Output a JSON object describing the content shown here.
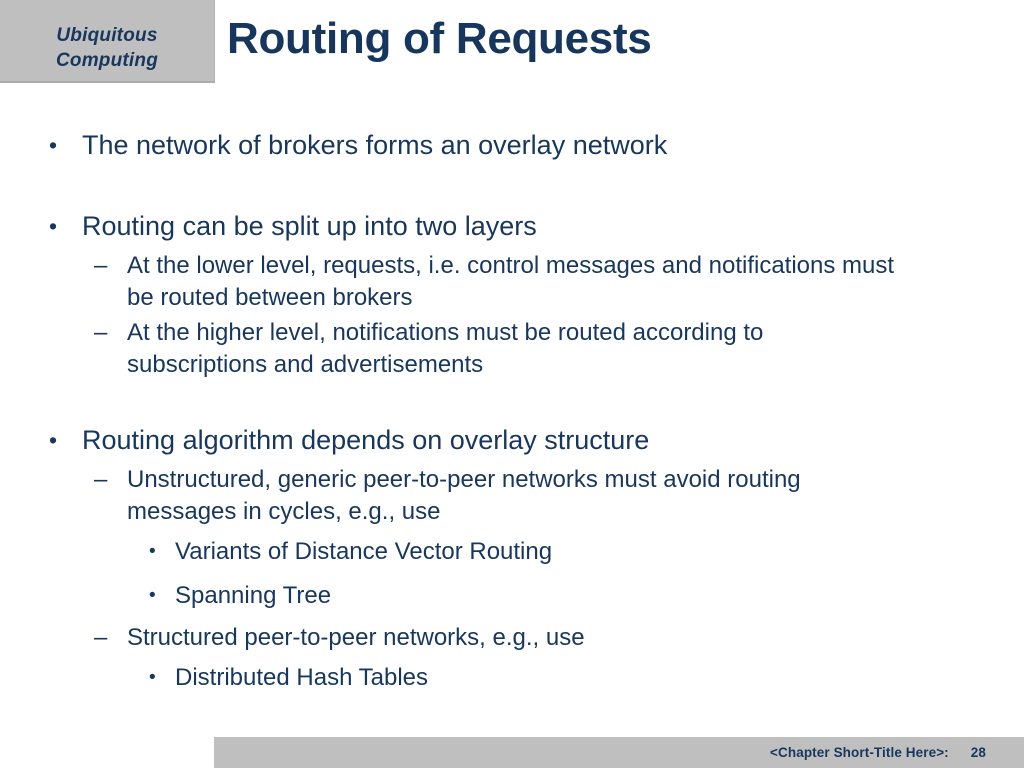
{
  "slide": {
    "logo": {
      "line1": "Ubiquitous",
      "line2": "Computing"
    },
    "title": "Routing of Requests",
    "footer": {
      "label": "<Chapter Short-Title Here>:",
      "page": "28"
    }
  },
  "colors": {
    "text_navy": "#17375e",
    "title_navy": "#17365d",
    "panel_gray": "#bfbfbf",
    "background": "#ffffff"
  },
  "bullets": [
    {
      "level": 1,
      "marker": "•",
      "text": "The network of brokers forms an overlay network"
    },
    {
      "level": 1,
      "marker": "•",
      "text": "Routing can be split up into two layers"
    },
    {
      "level": 2,
      "marker": "–",
      "text": "At the lower level, requests, i.e. control messages and notifications must\nbe routed between brokers"
    },
    {
      "level": 2,
      "marker": "–",
      "text": "At the higher level, notifications must be routed according to\nsubscriptions and advertisements"
    },
    {
      "level": 1,
      "marker": "•",
      "text": "Routing algorithm depends on overlay structure"
    },
    {
      "level": 2,
      "marker": "–",
      "text": "Unstructured, generic peer-to-peer networks must avoid routing\nmessages in cycles, e.g., use"
    },
    {
      "level": 3,
      "marker": "•",
      "text": "Variants of Distance Vector Routing"
    },
    {
      "level": 3,
      "marker": "•",
      "text": "Spanning Tree"
    },
    {
      "level": 2,
      "marker": "–",
      "text": "Structured peer-to-peer networks, e.g., use"
    },
    {
      "level": 3,
      "marker": "•",
      "text": "Distributed Hash Tables"
    }
  ]
}
